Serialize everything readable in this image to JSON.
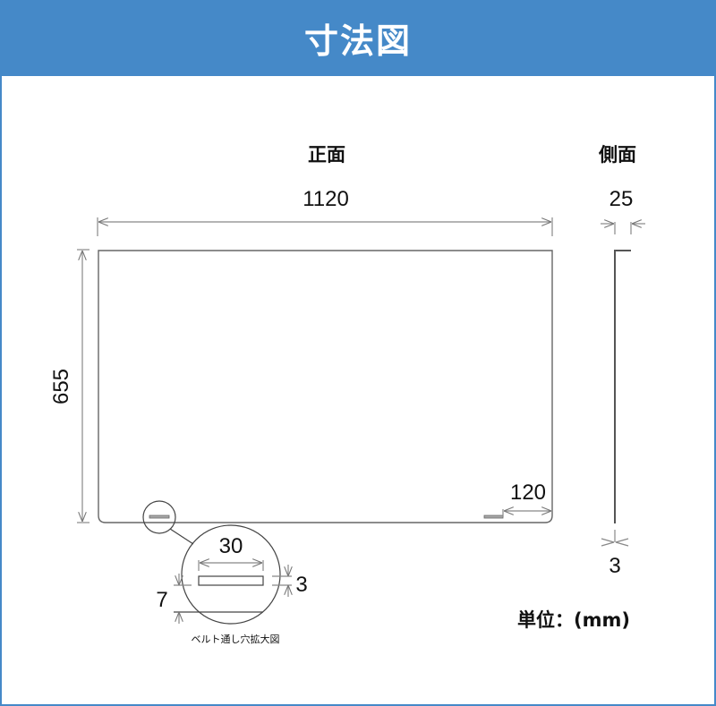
{
  "header": {
    "title": "寸法図",
    "background": "#4589C8"
  },
  "front_view": {
    "title": "正面",
    "width_label": "1120",
    "height_label": "655",
    "slot_offset_label": "120"
  },
  "side_view": {
    "title": "側面",
    "depth_label": "25",
    "thickness_label": "3"
  },
  "detail": {
    "slot_length_label": "30",
    "slot_height_label": "3",
    "slot_from_edge_label": "7",
    "caption": "ベルト通し穴拡大図"
  },
  "units": {
    "label": "単位：(mm)"
  }
}
